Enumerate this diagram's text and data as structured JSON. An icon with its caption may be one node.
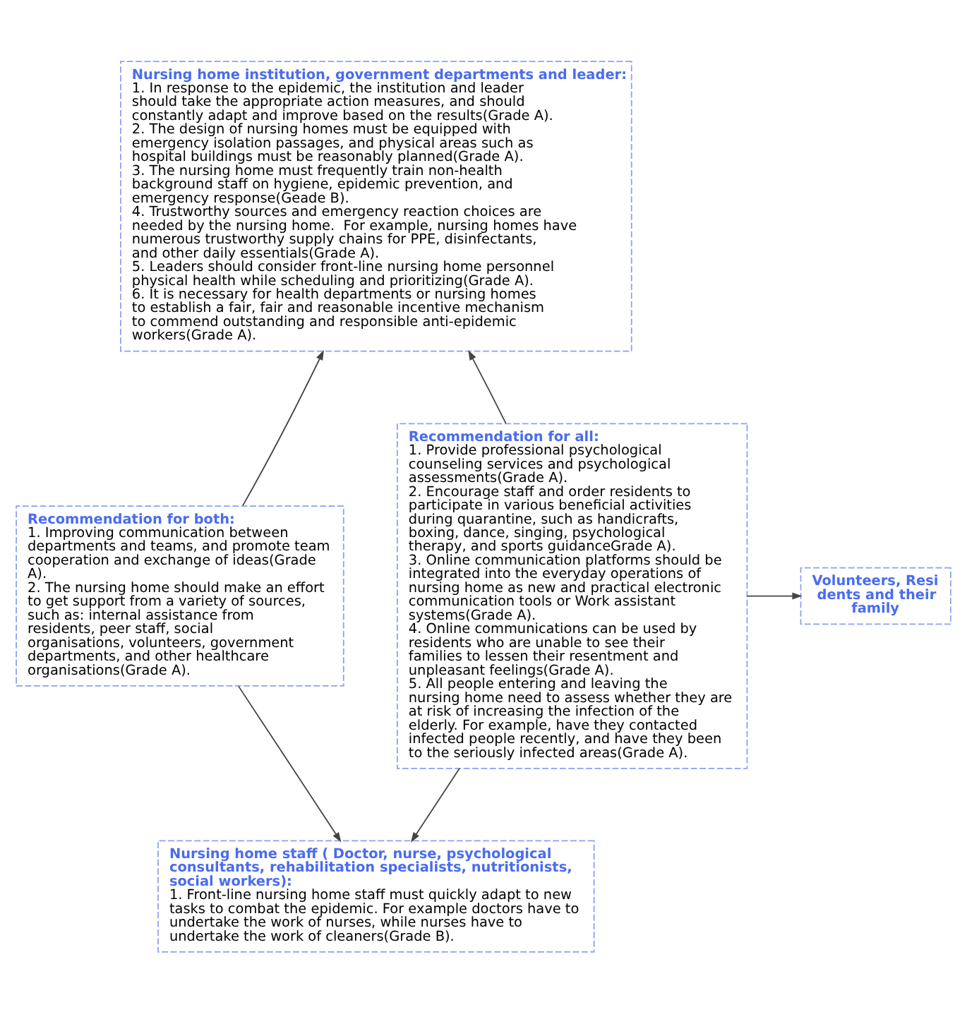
{
  "diagram": {
    "nodes": [
      {
        "text": [
          "Nursing home institution, government departments and leader:",
          "1. In response to the epidemic, the institution and leader should take the appropriate action measures, and should constantly adapt and improve based on the results(Grade A).",
          "2. The design of nursing homes must be equipped with emergency isolation passages, and physical areas such as hospital buildings must be reasonably planned(Grade A).",
          "3. The nursing home must frequently train non-health background staff on hygiene, epidemic prevention, and emergency response(Geade B).",
          "4. Trustworthy sources and emergency reaction choices are needed by the nursing home.  For example, nursing homes have numerous trustworthy supply chains for PPE, disinfectants, and other daily essentials(Grade A).",
          "5. Leaders should consider front-line nursing home personnel physical health while scheduling and prioritizing(Grade A).",
          "6. It is necessary for health departments or nursing homes to establish a fair, fair and reasonable incentive mechanism to commend outstanding and responsible anti-epidemic workers(Grade A)."
        ]
      },
      {
        "text": [
          "Recommendation for both:",
          "1. Improving communication between departments and teams, and promote team cooperation and exchange of ideas(Grade A).",
          "2. The nursing home should make an effort to get support from a variety of sources, such as: internal assistance from residents, peer staff, social organisations, volunteers, government departments, and other healthcare organisations(Grade A)."
        ]
      },
      {
        "text": [
          "Recommendation for all:",
          "1. Provide professional psychological counseling services and psychological assessments(Grade A).",
          "2. Encourage staff and order residents to participate in various beneficial activities during quarantine, such as handicrafts, boxing, dance, singing, psychological therapy, and sports guidanceGrade A).",
          "3. Online communication platforms should be integrated into the everyday operations of nursing home as new and practical electronic communication tools or Work assistant systems(Grade A).",
          "4. Online communications can be used by residents who are unable to see their families to lessen their resentment and unpleasant feelings(Grade A).",
          "5. All people entering and leaving the nursing home need to assess whether they are at risk of increasing the infection of the elderly. For example, have they contacted infected people recently, and have they been to the seriously infected areas(Grade A)."
        ]
      },
      {
        "text": [
          "Volunteers, Resi dents and their family"
        ]
      },
      {
        "text": [
          "Nursing home staff ( Doctor, nurse, psychological consultants, rehabilitation specialists, nutritionists, social workers):",
          "1. Front-line nursing home staff must quickly adapt to new tasks to combat the epidemic. For example doctors have to undertake the work of nurses, while nurses have to undertake the work of cleaners(Grade B)."
        ]
      }
    ],
    "edges": [
      {
        "from": 1,
        "to": 0,
        "arrow": "to"
      },
      {
        "from": 1,
        "to": 4,
        "arrow": "to"
      },
      {
        "from": 2,
        "to": 0,
        "arrow": "to"
      },
      {
        "from": 2,
        "to": 3,
        "arrow": "to"
      },
      {
        "from": 2,
        "to": 4,
        "arrow": "to"
      }
    ]
  }
}
